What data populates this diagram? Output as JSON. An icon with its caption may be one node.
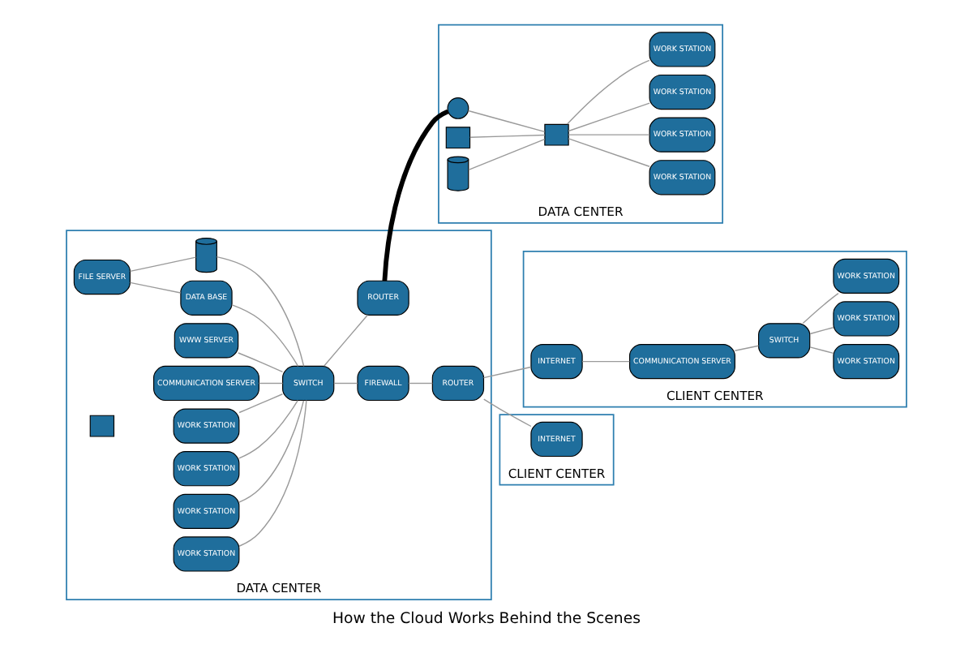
{
  "diagram": {
    "caption": "How the Cloud Works Behind the Scenes",
    "nodes": [
      {
        "text": [
          "DATA CENTER"
        ]
      },
      {
        "text": [
          "DATA CENTER"
        ]
      },
      {
        "text": [
          "CLIENT CENTER"
        ]
      },
      {
        "text": [
          "CLIENT CENTER"
        ]
      },
      {
        "text": [
          "FILE SERVER"
        ],
        "in": 0
      },
      {
        "text": [
          "DATA BASE"
        ],
        "in": 0
      },
      {
        "text": [],
        "shape": "cylinder",
        "in": 0
      },
      {
        "text": [
          "WWW SERVER"
        ],
        "in": 0
      },
      {
        "text": [
          "COMMUNICATION SERVER"
        ],
        "in": 0
      },
      {
        "text": [],
        "shape": "box",
        "in": 0
      },
      {
        "text": [
          "SWITCH"
        ],
        "in": 0
      },
      {
        "text": [
          "ROUTER"
        ],
        "in": 0
      },
      {
        "text": [
          "WORK STATION"
        ],
        "in": 0
      },
      {
        "text": [
          "WORK STATION"
        ],
        "in": 0
      },
      {
        "text": [
          "WORK STATION"
        ],
        "in": 0
      },
      {
        "text": [
          "WORK STATION"
        ],
        "in": 0
      },
      {
        "text": [
          "FIREWALL"
        ],
        "in": 0
      },
      {
        "text": [
          "ROUTER"
        ],
        "in": 0
      },
      {
        "text": [],
        "shape": "circle",
        "in": 1
      },
      {
        "text": [],
        "shape": "box",
        "in": 1
      },
      {
        "text": [],
        "shape": "box",
        "in": 1
      },
      {
        "text": [],
        "shape": "cylinder",
        "in": 1
      },
      {
        "text": [
          "WORK STATION"
        ],
        "in": 1
      },
      {
        "text": [
          "WORK STATION"
        ],
        "in": 1
      },
      {
        "text": [
          "WORK STATION"
        ],
        "in": 1
      },
      {
        "text": [
          "WORK STATION"
        ],
        "in": 1
      },
      {
        "text": [
          "INTERNET"
        ],
        "in": 2
      },
      {
        "text": [
          "COMMUNICATION SERVER"
        ],
        "in": 2
      },
      {
        "text": [
          "SWITCH"
        ],
        "in": 2
      },
      {
        "text": [
          "WORK STATION"
        ],
        "in": 2
      },
      {
        "text": [
          "WORK STATION"
        ],
        "in": 2
      },
      {
        "text": [
          "WORK STATION"
        ],
        "in": 2
      },
      {
        "text": [
          "INTERNET"
        ],
        "in": 3
      }
    ],
    "edges": [
      {
        "from": 4,
        "to": 5,
        "arrow": "none"
      },
      {
        "from": 4,
        "to": 6,
        "arrow": "none"
      },
      {
        "from": 5,
        "to": 10,
        "arrow": "none"
      },
      {
        "from": 6,
        "to": 10,
        "arrow": "none"
      },
      {
        "from": 7,
        "to": 10,
        "arrow": "none"
      },
      {
        "from": 8,
        "to": 10,
        "arrow": "none"
      },
      {
        "from": 12,
        "to": 10,
        "arrow": "none"
      },
      {
        "from": 13,
        "to": 10,
        "arrow": "none"
      },
      {
        "from": 14,
        "to": 10,
        "arrow": "none"
      },
      {
        "from": 15,
        "to": 10,
        "arrow": "none"
      },
      {
        "from": 10,
        "to": 11,
        "arrow": "none"
      },
      {
        "from": 10,
        "to": 16,
        "arrow": "none"
      },
      {
        "from": 16,
        "to": 17,
        "arrow": "none"
      },
      {
        "from": 11,
        "to": 18,
        "arrow": "none",
        "style": "thick",
        "color": "#000000"
      },
      {
        "from": 18,
        "to": 20,
        "arrow": "none"
      },
      {
        "from": 19,
        "to": 20,
        "arrow": "none"
      },
      {
        "from": 21,
        "to": 20,
        "arrow": "none"
      },
      {
        "from": 20,
        "to": 22,
        "arrow": "none"
      },
      {
        "from": 20,
        "to": 23,
        "arrow": "none"
      },
      {
        "from": 20,
        "to": 24,
        "arrow": "none"
      },
      {
        "from": 20,
        "to": 25,
        "arrow": "none"
      },
      {
        "from": 17,
        "to": 26,
        "arrow": "none"
      },
      {
        "from": 26,
        "to": 27,
        "arrow": "none"
      },
      {
        "from": 27,
        "to": 28,
        "arrow": "none"
      },
      {
        "from": 28,
        "to": 29,
        "arrow": "none"
      },
      {
        "from": 28,
        "to": 30,
        "arrow": "none"
      },
      {
        "from": 28,
        "to": 31,
        "arrow": "none"
      },
      {
        "from": 17,
        "to": 32,
        "arrow": "none"
      }
    ]
  }
}
